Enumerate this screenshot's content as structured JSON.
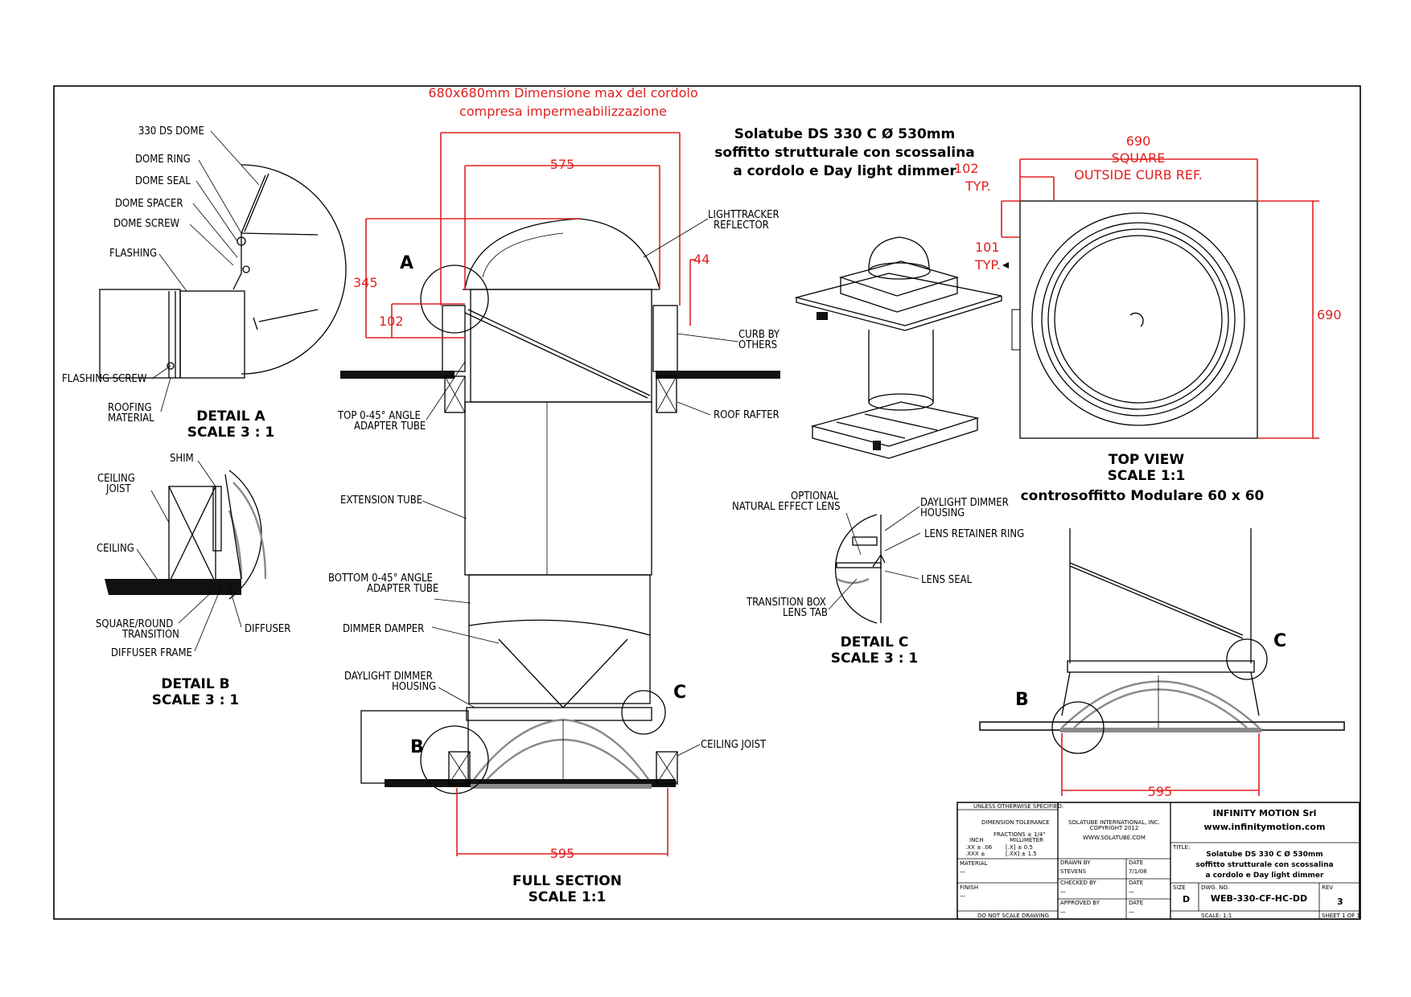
{
  "header_note": [
    "680x680mm Dimensione max del cordolo",
    "compresa impermeabilizzazione"
  ],
  "main_title": [
    "Solatube DS 330 C Ø 530mm",
    "soffitto strutturale con scossalina",
    "a cordolo e Day light dimmer"
  ],
  "detail_a": {
    "labels": [
      "330 DS DOME",
      "DOME RING",
      "DOME SEAL",
      "DOME SPACER",
      "DOME SCREW",
      "FLASHING",
      "FLASHING SCREW",
      "ROOFING",
      "MATERIAL"
    ],
    "title": "DETAIL A",
    "scale": "SCALE 3 : 1"
  },
  "detail_b": {
    "labels": [
      "SHIM",
      "CEILING",
      "JOIST",
      "CEILING",
      "SQUARE/ROUND",
      "TRANSITION",
      "DIFFUSER FRAME",
      "DIFFUSER"
    ],
    "title": "DETAIL B",
    "scale": "SCALE 3 : 1"
  },
  "full_section": {
    "dims": {
      "d575": "575",
      "d345": "345",
      "d102": "102",
      "d44": "44",
      "d595": "595"
    },
    "markers": {
      "a": "A",
      "b": "B",
      "c": "C"
    },
    "labels": [
      "LIGHTTRACKER",
      "REFLECTOR",
      "CURB BY",
      "OTHERS",
      "ROOF RAFTER",
      "TOP 0-45° ANGLE",
      "ADAPTER TUBE",
      "EXTENSION TUBE",
      "BOTTOM 0-45° ANGLE",
      "ADAPTER TUBE",
      "DIMMER DAMPER",
      "DAYLIGHT DIMMER",
      "HOUSING",
      "CEILING JOIST"
    ],
    "title": "FULL SECTION",
    "scale": "SCALE 1:1"
  },
  "top_view": {
    "dims": {
      "d690_top": "690",
      "square": "SQUARE",
      "outside": "OUTSIDE CURB REF.",
      "d102": "102",
      "typ1": "TYP.",
      "d101": "101",
      "typ2": "TYP.",
      "d690_side": "690"
    },
    "title": "TOP VIEW",
    "scale": "SCALE 1:1",
    "subtitle": "controsoffitto Modulare  60 x 60"
  },
  "detail_c": {
    "labels": [
      "OPTIONAL",
      "NATURAL EFFECT LENS",
      "DAYLIGHT DIMMER",
      "HOUSING",
      "LENS RETAINER RING",
      "LENS SEAL",
      "TRANSITION BOX",
      "LENS TAB"
    ],
    "title": "DETAIL C",
    "scale": "SCALE 3 : 1"
  },
  "side_view": {
    "dim": "595",
    "markers": {
      "b": "B",
      "c": "C"
    }
  },
  "title_block": {
    "unless": "UNLESS OTHERWISE SPECIFIED:",
    "tolerance": "DIMENSION TOLERANCE",
    "fractions": "FRACTIONS ± 1/4\"",
    "inch": "INCH",
    "millimeter": "MILLIMETER",
    "tol_inch": [
      ".XX ± .06",
      ".XXX ±"
    ],
    "tol_mm": [
      "[.X] ± 0.5",
      "[.XX] ± 1.5"
    ],
    "material": "MATERIAL",
    "finish": "FINISH",
    "dash": "—",
    "do_not_scale": "DO NOT SCALE DRAWING",
    "company": "SOLATUBE INTERNATIONAL, INC.",
    "copyright": "COPYRIGHT 2012",
    "website_sol": "WWW.SOLATUBE.COM",
    "drawn_by": "DRAWN BY",
    "drawn_name": "STEVENS",
    "date": "DATE",
    "date_val": "7/1/08",
    "checked_by": "CHECKED BY",
    "approved_by": "APPROVED BY",
    "infinity": "INFINITY MOTION Srl",
    "infinity_web": "www.infinitymotion.com",
    "title_lbl": "TITLE:",
    "title_lines": [
      "Solatube DS 330 C Ø 530mm",
      "soffitto strutturale con scossalina",
      "a cordolo e Day light dimmer"
    ],
    "size_lbl": "SIZE",
    "size": "D",
    "dwg_lbl": "DWG. NO.",
    "dwg": "WEB-330-CF-HC-DD",
    "rev_lbl": "REV",
    "rev": "3",
    "scale": "SCALE: 1:1",
    "sheet": "SHEET 1 OF 1"
  }
}
